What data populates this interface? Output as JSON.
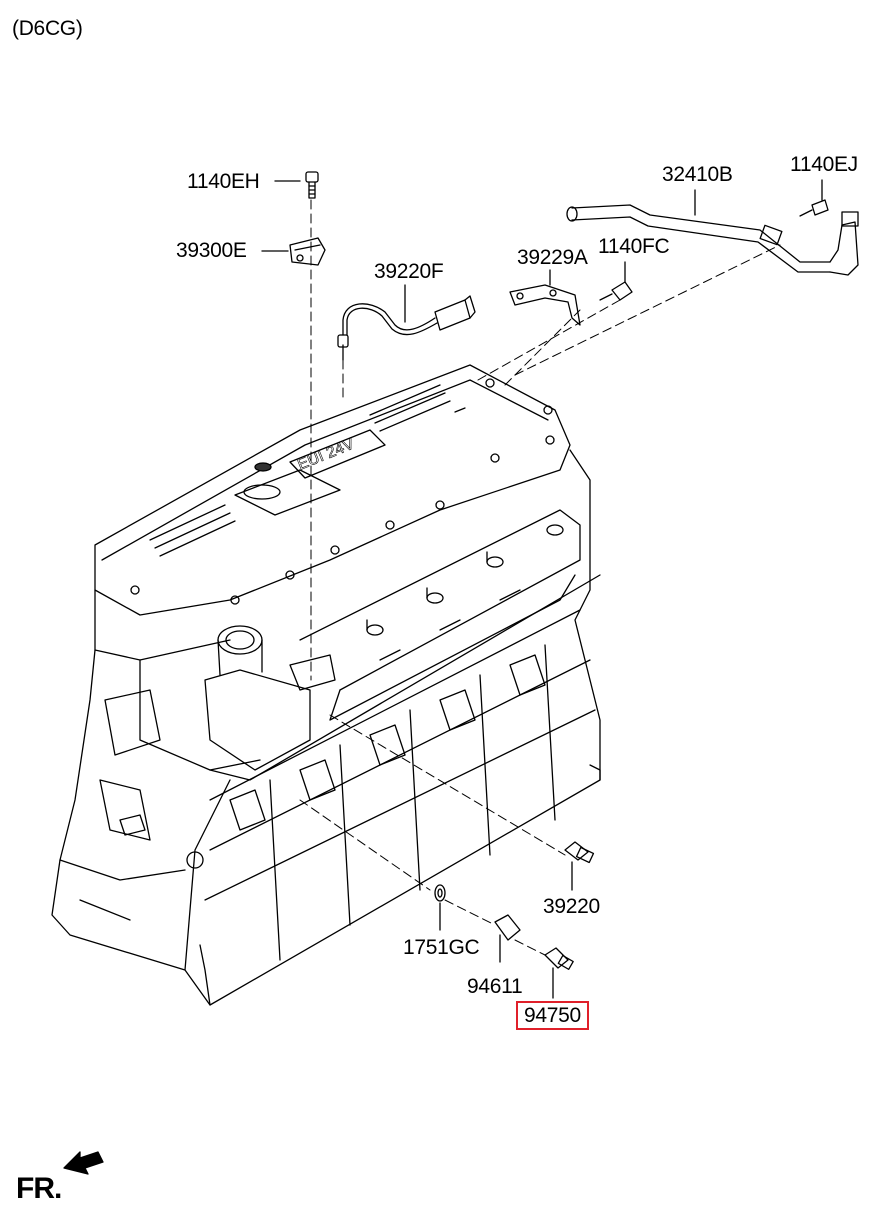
{
  "diagram": {
    "model_code": "(D6CG)",
    "front_marker": "FR.",
    "highlight_color": "#e0202a",
    "parts": {
      "bolt_1140eh": "1140EH",
      "sensor_39300e": "39300E",
      "sensor_39220f": "39220F",
      "bracket_39229a": "39229A",
      "bolt_1140fc": "1140FC",
      "pipe_32410b": "32410B",
      "bolt_1140ej": "1140EJ",
      "sensor_39220": "39220",
      "gasket_1751gc": "1751GC",
      "adapter_94611": "94611",
      "sensor_94750": "94750"
    },
    "highlighted_part": "94750"
  }
}
